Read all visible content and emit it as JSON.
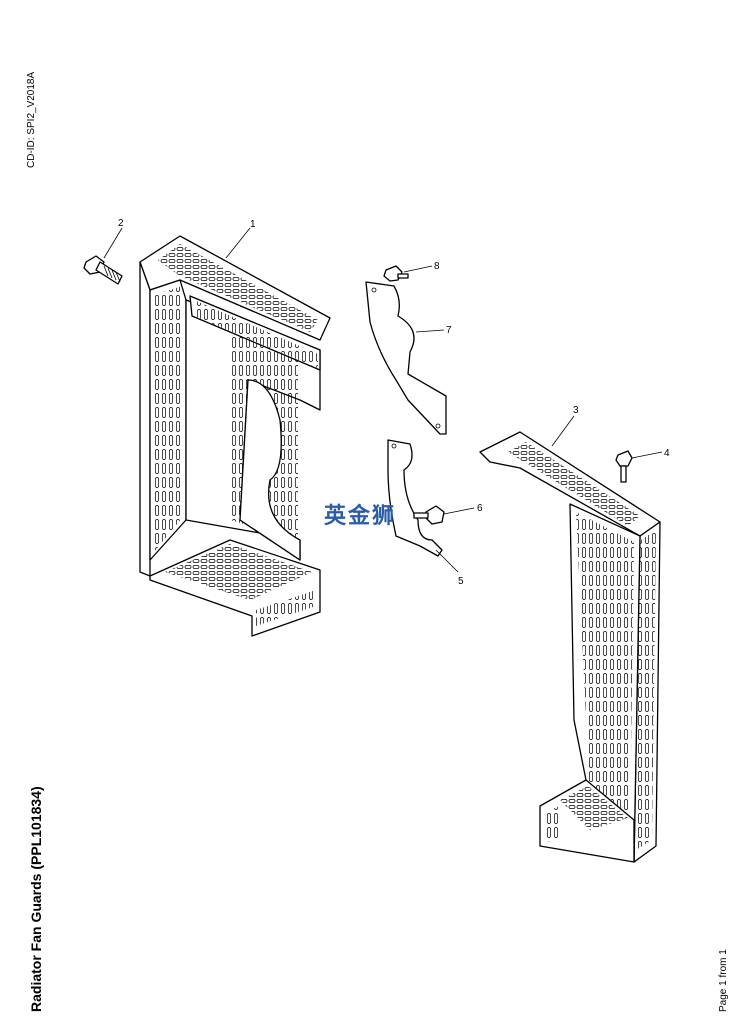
{
  "header": {
    "cd_id": "CD-ID: SPI2_V2018A"
  },
  "footer": {
    "title": "Radiator Fan Guards (PPL101834)",
    "page": "Page 1 from 1"
  },
  "watermark": {
    "text": "英金狮",
    "color": "#2a5ca8"
  },
  "callouts": [
    "1",
    "2",
    "3",
    "4",
    "5",
    "6",
    "7",
    "8"
  ]
}
